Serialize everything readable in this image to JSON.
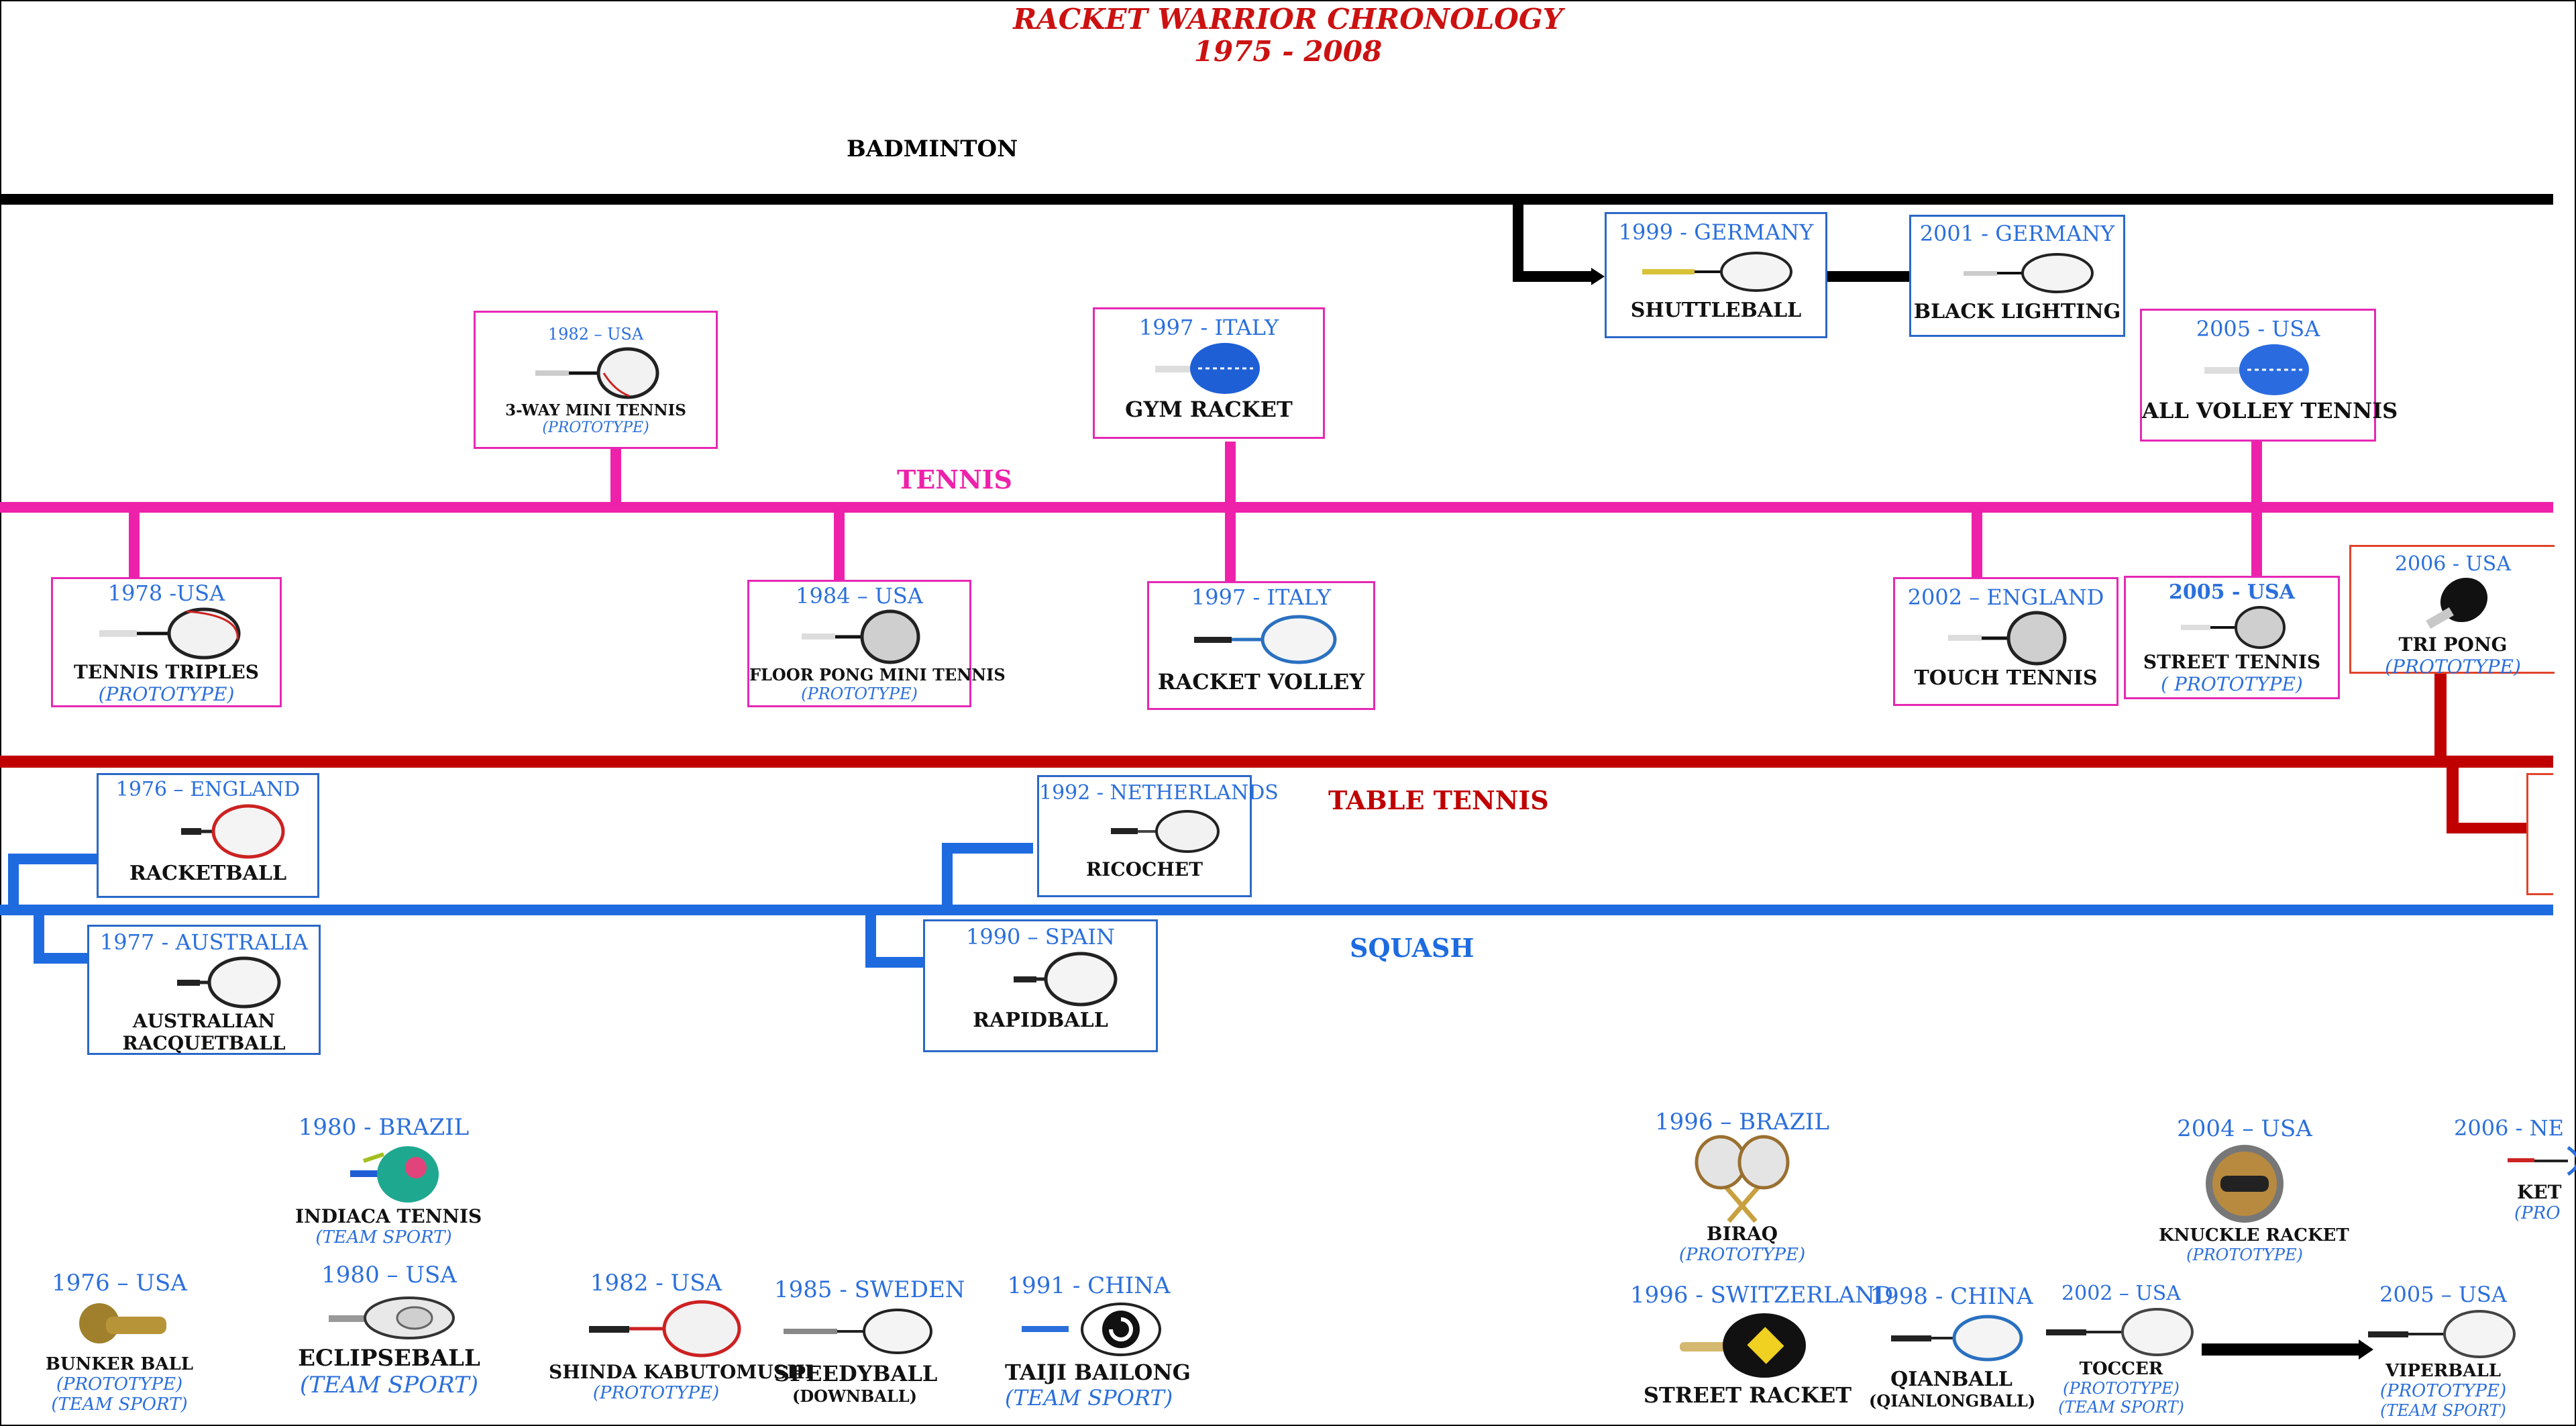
{
  "title": {
    "line1": "RACKET WARRIOR CHRONOLOGY",
    "line2": "1975  -  2008"
  },
  "colors": {
    "badminton": "#000000",
    "tennis": "#ee22aa",
    "table_tennis": "#c00000",
    "squash": "#1e6be0",
    "text_blue": "#2b6fdb"
  },
  "lines": {
    "badminton": "BADMINTON",
    "tennis": "TENNIS",
    "table_tennis": "TABLE TENNIS",
    "squash": "SQUASH"
  },
  "badminton_cards": [
    {
      "year": "1999 - GERMANY",
      "name": "SHUTTLEBALL"
    },
    {
      "year": "2001 - GERMANY",
      "name": "BLACK LIGHTING"
    }
  ],
  "tennis_top": [
    {
      "year": "1982 – USA",
      "name": "3-WAY MINI TENNIS",
      "note": "(PROTOTYPE)"
    },
    {
      "year": "1997 - ITALY",
      "name": "GYM RACKET"
    },
    {
      "year": "2005 - USA",
      "name": "ALL VOLLEY TENNIS"
    }
  ],
  "tennis_bottom": [
    {
      "year": "1978 -USA",
      "name": "TENNIS TRIPLES",
      "note": "(PROTOTYPE)"
    },
    {
      "year": "1984 – USA",
      "name": "FLOOR PONG MINI TENNIS",
      "note": "(PROTOTYPE)"
    },
    {
      "year": "1997 - ITALY",
      "name": "RACKET VOLLEY"
    },
    {
      "year": "2002 – ENGLAND",
      "name": "TOUCH TENNIS"
    },
    {
      "year": "2005  -  USA",
      "name": "STREET TENNIS",
      "note": "( PROTOTYPE)"
    },
    {
      "year": "2006 - USA",
      "name": "TRI PONG",
      "note": "(PROTOTYPE)"
    }
  ],
  "table_tennis_cards": [
    {
      "year": "1976 – ENGLAND",
      "name": "RACKETBALL"
    },
    {
      "year": "1992 - NETHERLANDS",
      "name": "RICOCHET"
    }
  ],
  "squash_cards": [
    {
      "year": "1977 - AUSTRALIA",
      "name": "AUSTRALIAN",
      "name2": "RACQUETBALL"
    },
    {
      "year": "1990 – SPAIN",
      "name": "RAPIDBALL"
    }
  ],
  "others": [
    {
      "year": "1980 - BRAZIL",
      "name": "INDIACA TENNIS",
      "note": "(TEAM SPORT)"
    },
    {
      "year": "1976 – USA",
      "name": "BUNKER BALL",
      "note": "(PROTOTYPE)",
      "note2": "(TEAM SPORT)"
    },
    {
      "year": "1980 – USA",
      "name": "ECLIPSEBALL",
      "note": "(TEAM SPORT)"
    },
    {
      "year": "1982 - USA",
      "name": "SHINDA KABUTOMUSHI",
      "note": "(PROTOTYPE)"
    },
    {
      "year": "1985 - SWEDEN",
      "name": "SPEEDYBALL",
      "note": "(DOWNBALL)"
    },
    {
      "year": "1991 - CHINA",
      "name": "TAIJI BAILONG",
      "note": "(TEAM SPORT)"
    },
    {
      "year": "1996 – BRAZIL",
      "name": "BIRAQ",
      "note": "(PROTOTYPE)"
    },
    {
      "year": "1996 - SWITZERLAND",
      "name": "STREET RACKET"
    },
    {
      "year": "1998 - CHINA",
      "name": "QIANBALL",
      "note": "(QIANLONGBALL)"
    },
    {
      "year": "2002 – USA",
      "name": "TOCCER",
      "note": "(PROTOTYPE)",
      "note2": "(TEAM SPORT)"
    },
    {
      "year": "2004 – USA",
      "name": "KNUCKLE RACKET",
      "note": "(PROTOTYPE)"
    },
    {
      "year": "2005 – USA",
      "name": "VIPERBALL",
      "note": "(PROTOTYPE)",
      "note2": "(TEAM SPORT)"
    },
    {
      "year": "2006 - NE",
      "name": "KET",
      "note": "(PRO"
    }
  ],
  "icons": [
    "racket-icon",
    "beach-paddle-icon",
    "squash-racket-icon",
    "table-tennis-paddle-icon",
    "crossed-rackets-icon",
    "knuckle-racket-icon",
    "spiral-paddle-icon",
    "indiaca-paddle-icon",
    "bunker-ball-paddle-icon",
    "eclipse-paddle-icon"
  ]
}
